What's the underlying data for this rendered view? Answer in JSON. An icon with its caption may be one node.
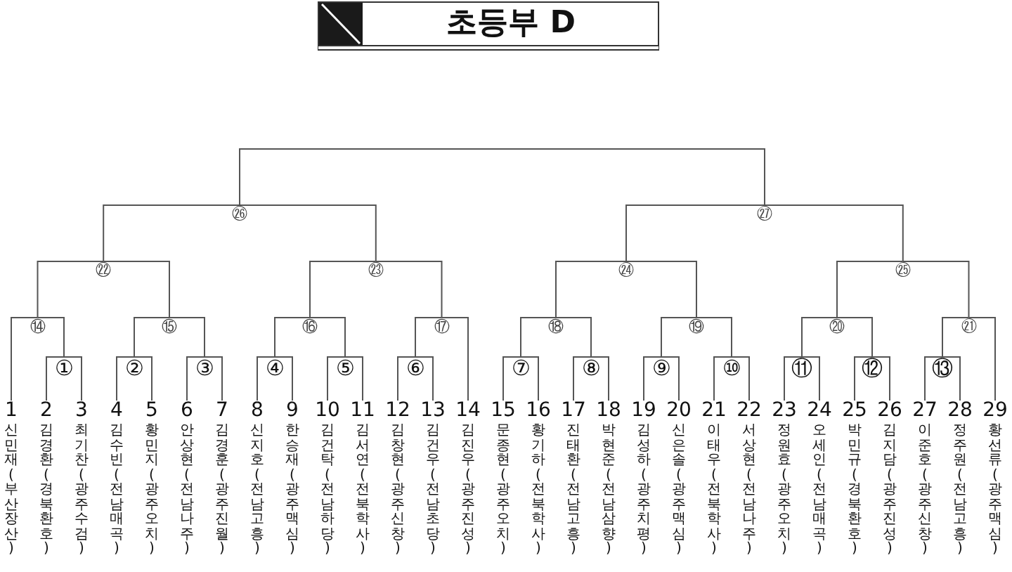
{
  "diagram": {
    "title": "초등부 D",
    "nodes": [
      {
        "text": [
          "㉖"
        ]
      },
      {
        "text": [
          "㉗"
        ]
      },
      {
        "text": [
          "㉒"
        ]
      },
      {
        "text": [
          "㉓"
        ]
      },
      {
        "text": [
          "㉔"
        ]
      },
      {
        "text": [
          "㉕"
        ]
      },
      {
        "text": [
          "⑭"
        ]
      },
      {
        "text": [
          "⑮"
        ]
      },
      {
        "text": [
          "⑯"
        ]
      },
      {
        "text": [
          "⑰"
        ]
      },
      {
        "text": [
          "⑱"
        ]
      },
      {
        "text": [
          "⑲"
        ]
      },
      {
        "text": [
          "⑳"
        ]
      },
      {
        "text": [
          "㉑"
        ]
      },
      {
        "text": [
          "①"
        ]
      },
      {
        "text": [
          "②"
        ]
      },
      {
        "text": [
          "③"
        ]
      },
      {
        "text": [
          "④"
        ]
      },
      {
        "text": [
          "⑤"
        ]
      },
      {
        "text": [
          "⑥"
        ]
      },
      {
        "text": [
          "⑦"
        ]
      },
      {
        "text": [
          "⑧"
        ]
      },
      {
        "text": [
          "⑨"
        ]
      },
      {
        "text": [
          "⑩"
        ]
      },
      {
        "text": [
          "⑪"
        ]
      },
      {
        "text": [
          "⑫"
        ]
      },
      {
        "text": [
          "⑬"
        ]
      },
      {
        "text": [
          "1",
          "신민재(부산장산)"
        ]
      },
      {
        "text": [
          "2",
          "김경환(경북환호)"
        ]
      },
      {
        "text": [
          "3",
          "최기찬(광주수검)"
        ]
      },
      {
        "text": [
          "4",
          "김수빈(전남매곡)"
        ]
      },
      {
        "text": [
          "5",
          "황민지(광주오치)"
        ]
      },
      {
        "text": [
          "6",
          "안상현(전남나주)"
        ]
      },
      {
        "text": [
          "7",
          "김경훈(광주진월)"
        ]
      },
      {
        "text": [
          "8",
          "신지호(전남고흥)"
        ]
      },
      {
        "text": [
          "9",
          "한승재(광주맥심)"
        ]
      },
      {
        "text": [
          "10",
          "김건탁(전남하당)"
        ]
      },
      {
        "text": [
          "11",
          "김서연(전북학사)"
        ]
      },
      {
        "text": [
          "12",
          "김창현(광주신창)"
        ]
      },
      {
        "text": [
          "13",
          "김건우(전남초당)"
        ]
      },
      {
        "text": [
          "14",
          "김진우(광주진성)"
        ]
      },
      {
        "text": [
          "15",
          "문종현(광주오치)"
        ]
      },
      {
        "text": [
          "16",
          "황기하(전북학사)"
        ]
      },
      {
        "text": [
          "17",
          "진태환(전남고흥)"
        ]
      },
      {
        "text": [
          "18",
          "박현준(전남삼향)"
        ]
      },
      {
        "text": [
          "19",
          "김성하(광주치평)"
        ]
      },
      {
        "text": [
          "20",
          "신은솔(광주맥심)"
        ]
      },
      {
        "text": [
          "21",
          "이태우(전북학사)"
        ]
      },
      {
        "text": [
          "22",
          "서상현(전남나주)"
        ]
      },
      {
        "text": [
          "23",
          "정원효(광주오치)"
        ]
      },
      {
        "text": [
          "24",
          "오세인(전남매곡)"
        ]
      },
      {
        "text": [
          "25",
          "박민규(경북환호)"
        ]
      },
      {
        "text": [
          "26",
          "김지담(광주진성)"
        ]
      },
      {
        "text": [
          "27",
          "이준호(광주신창)"
        ]
      },
      {
        "text": [
          "28",
          "정주원(전남고흥)"
        ]
      },
      {
        "text": [
          "29",
          "황선류(광주맥심)"
        ]
      }
    ],
    "edges": [
      {
        "from": 0,
        "to": 1,
        "arrow": "none"
      },
      {
        "from": 2,
        "to": 0,
        "arrow": "none"
      },
      {
        "from": 3,
        "to": 0,
        "arrow": "none"
      },
      {
        "from": 4,
        "to": 1,
        "arrow": "none"
      },
      {
        "from": 5,
        "to": 1,
        "arrow": "none"
      },
      {
        "from": 6,
        "to": 2,
        "arrow": "none"
      },
      {
        "from": 7,
        "to": 2,
        "arrow": "none"
      },
      {
        "from": 8,
        "to": 3,
        "arrow": "none"
      },
      {
        "from": 9,
        "to": 3,
        "arrow": "none"
      },
      {
        "from": 10,
        "to": 4,
        "arrow": "none"
      },
      {
        "from": 11,
        "to": 4,
        "arrow": "none"
      },
      {
        "from": 12,
        "to": 5,
        "arrow": "none"
      },
      {
        "from": 13,
        "to": 5,
        "arrow": "none"
      },
      {
        "from": 27,
        "to": 6,
        "arrow": "none"
      },
      {
        "from": 14,
        "to": 6,
        "arrow": "none"
      },
      {
        "from": 15,
        "to": 7,
        "arrow": "none"
      },
      {
        "from": 16,
        "to": 7,
        "arrow": "none"
      },
      {
        "from": 17,
        "to": 8,
        "arrow": "none"
      },
      {
        "from": 18,
        "to": 8,
        "arrow": "none"
      },
      {
        "from": 19,
        "to": 9,
        "arrow": "none"
      },
      {
        "from": 40,
        "to": 9,
        "arrow": "none"
      },
      {
        "from": 20,
        "to": 10,
        "arrow": "none"
      },
      {
        "from": 21,
        "to": 10,
        "arrow": "none"
      },
      {
        "from": 22,
        "to": 11,
        "arrow": "none"
      },
      {
        "from": 23,
        "to": 11,
        "arrow": "none"
      },
      {
        "from": 24,
        "to": 12,
        "arrow": "none"
      },
      {
        "from": 25,
        "to": 12,
        "arrow": "none"
      },
      {
        "from": 26,
        "to": 13,
        "arrow": "none"
      },
      {
        "from": 55,
        "to": 13,
        "arrow": "none"
      },
      {
        "from": 28,
        "to": 14,
        "arrow": "none"
      },
      {
        "from": 29,
        "to": 14,
        "arrow": "none"
      },
      {
        "from": 30,
        "to": 15,
        "arrow": "none"
      },
      {
        "from": 31,
        "to": 15,
        "arrow": "none"
      },
      {
        "from": 32,
        "to": 16,
        "arrow": "none"
      },
      {
        "from": 33,
        "to": 16,
        "arrow": "none"
      },
      {
        "from": 34,
        "to": 17,
        "arrow": "none"
      },
      {
        "from": 35,
        "to": 17,
        "arrow": "none"
      },
      {
        "from": 36,
        "to": 18,
        "arrow": "none"
      },
      {
        "from": 37,
        "to": 18,
        "arrow": "none"
      },
      {
        "from": 38,
        "to": 19,
        "arrow": "none"
      },
      {
        "from": 39,
        "to": 19,
        "arrow": "none"
      },
      {
        "from": 41,
        "to": 20,
        "arrow": "none"
      },
      {
        "from": 42,
        "to": 20,
        "arrow": "none"
      },
      {
        "from": 43,
        "to": 21,
        "arrow": "none"
      },
      {
        "from": 44,
        "to": 21,
        "arrow": "none"
      },
      {
        "from": 45,
        "to": 22,
        "arrow": "none"
      },
      {
        "from": 46,
        "to": 22,
        "arrow": "none"
      },
      {
        "from": 47,
        "to": 23,
        "arrow": "none"
      },
      {
        "from": 48,
        "to": 23,
        "arrow": "none"
      },
      {
        "from": 49,
        "to": 24,
        "arrow": "none"
      },
      {
        "from": 50,
        "to": 24,
        "arrow": "none"
      },
      {
        "from": 51,
        "to": 25,
        "arrow": "none"
      },
      {
        "from": 52,
        "to": 25,
        "arrow": "none"
      },
      {
        "from": 53,
        "to": 26,
        "arrow": "none"
      },
      {
        "from": 54,
        "to": 26,
        "arrow": "none"
      }
    ]
  }
}
